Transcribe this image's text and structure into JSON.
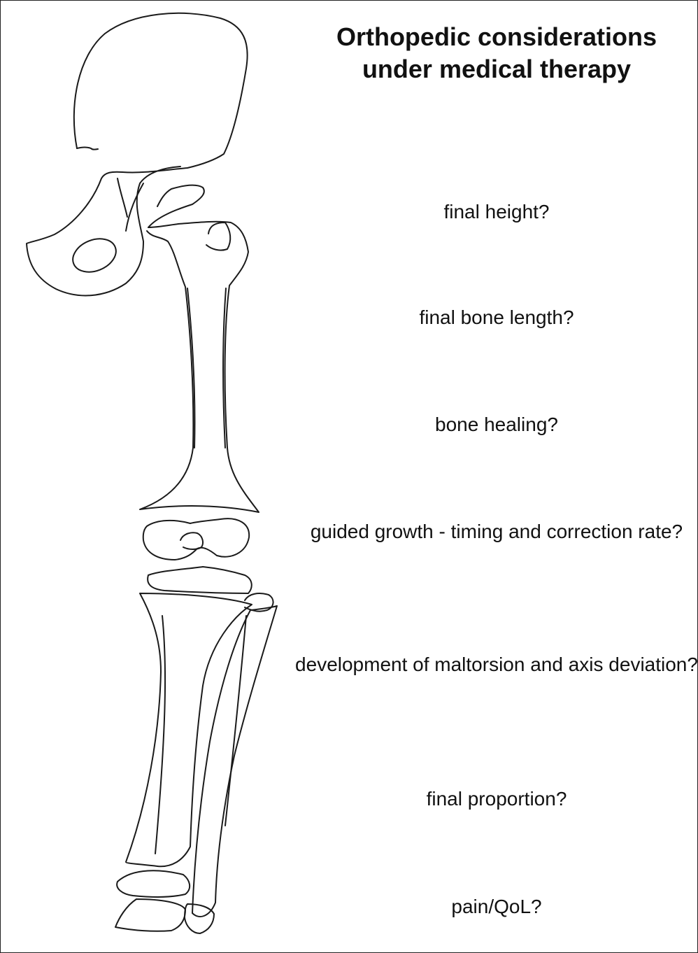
{
  "title": {
    "line1": "Orthopedic considerations",
    "line2": "under medical therapy"
  },
  "questions": [
    "final height?",
    "final bone length?",
    "bone healing?",
    "guided growth - timing and correction rate?",
    "development of maltorsion and axis deviation?",
    "final proportion?",
    "pain/QoL?"
  ]
}
